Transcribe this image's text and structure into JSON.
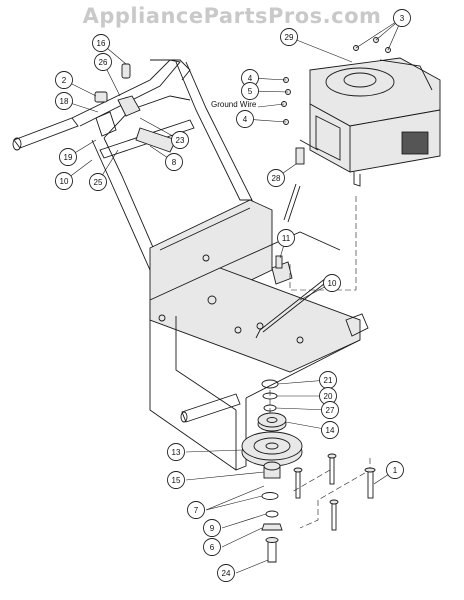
{
  "watermark": "AppliancePartsPros.com",
  "ground_wire_label": "Ground Wire",
  "callouts": [
    "3",
    "29",
    "4",
    "5",
    "4",
    "16",
    "26",
    "2",
    "18",
    "19",
    "10",
    "23",
    "8",
    "25",
    "28",
    "11",
    "10",
    "21",
    "20",
    "27",
    "14",
    "13",
    "15",
    "7",
    "9",
    "6",
    "24",
    "1"
  ]
}
